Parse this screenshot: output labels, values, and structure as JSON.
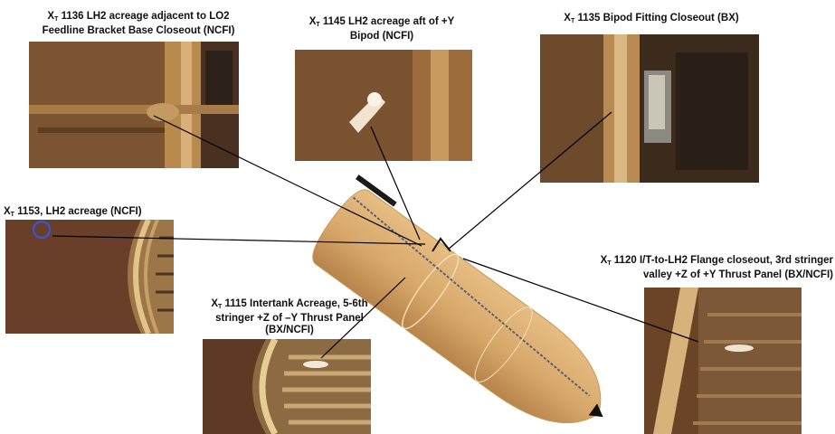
{
  "callouts": [
    {
      "id": "c1136",
      "prefix": "X",
      "sub": "T",
      "line1": "1136 LH2 acreage adjacent to LO2",
      "line2": "Feedline Bracket Base Closeout (NCFI)"
    },
    {
      "id": "c1145",
      "prefix": "X",
      "sub": "T",
      "line1": "1145 LH2 acreage aft of +Y",
      "line2": "Bipod (NCFI)"
    },
    {
      "id": "c1135",
      "prefix": "X",
      "sub": "T",
      "line1": "1135 Bipod Fitting Closeout (BX)",
      "line2": ""
    },
    {
      "id": "c1153",
      "prefix": "X",
      "sub": "T",
      "line1": "1153, LH2 acreage (NCFI)",
      "line2": ""
    },
    {
      "id": "c1115",
      "prefix": "X",
      "sub": "T",
      "line1": "1115 Intertank Acreage, 5-6th",
      "line2": "stringer +Z of –Y Thrust Panel",
      "line3": "(BX/NCFI)"
    },
    {
      "id": "c1120",
      "prefix": "X",
      "sub": "T",
      "line1": "1120 I/T-to-LH2 Flange closeout, 3rd stringer",
      "line2": "valley +Z of +Y Thrust Panel (BX/NCFI)"
    }
  ],
  "colors": {
    "tank_foam": "#d9a86c",
    "tank_shadow": "#b9844a",
    "photo_bg": "#7a5330",
    "leader_line": "#000000"
  }
}
